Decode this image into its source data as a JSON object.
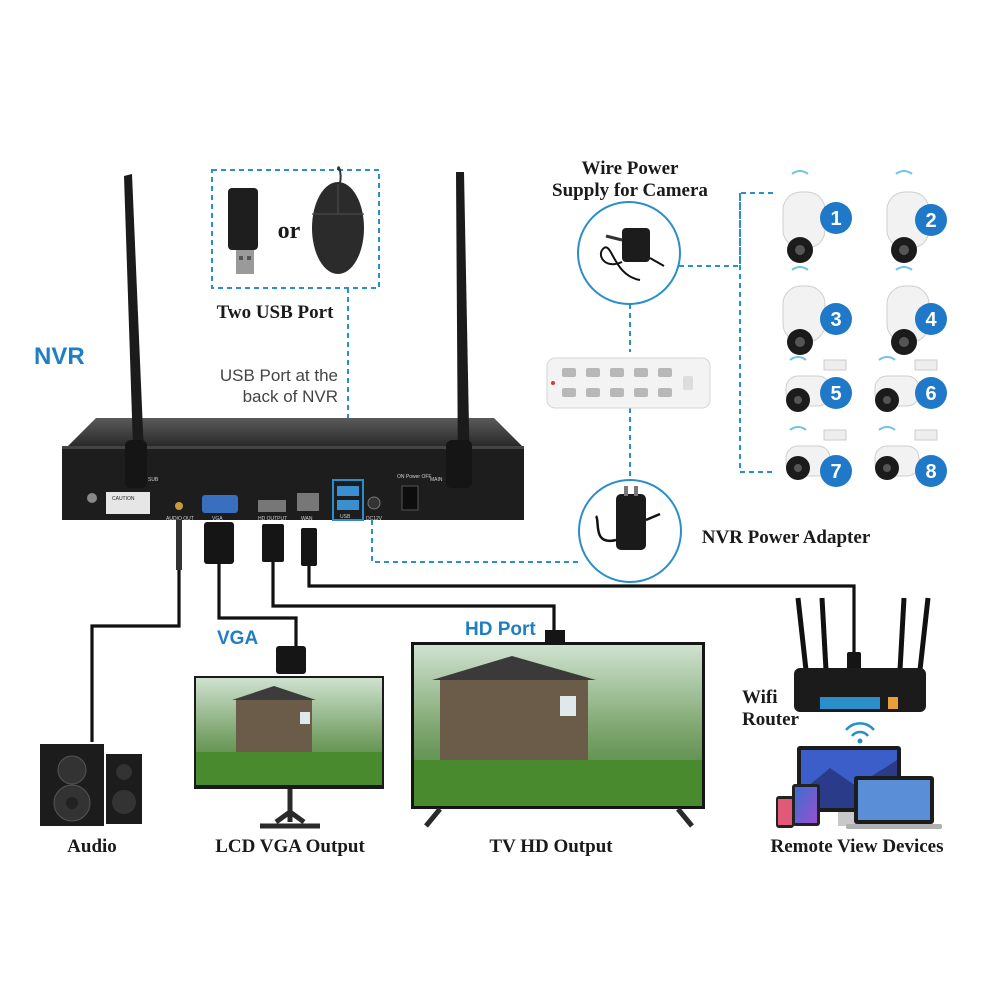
{
  "labels": {
    "nvr": "NVR",
    "usb_port_line1": "USB Port at the",
    "usb_port_line2": "back of NVR",
    "two_usb_port": "Two USB Port",
    "or": "or",
    "wire_power_line1": "Wire Power",
    "wire_power_line2": "Supply for Camera",
    "nvr_power_adapter": "NVR Power Adapter",
    "vga": "VGA",
    "hd_port": "HD Port",
    "wifi_router_line1": "Wifi",
    "wifi_router_line2": "Router",
    "audio": "Audio",
    "lcd_vga_output": "LCD VGA Output",
    "tv_hd_output": "TV HD Output",
    "remote_view_devices": "Remote View Devices"
  },
  "nvr_panel": {
    "sub": "SUB",
    "main": "MAIN",
    "caution": "CAUTION",
    "audio_out": "AUDIO OUT",
    "vga": "VGA",
    "hd_output": "HD OUTPUT",
    "wan": "WAN",
    "usb": "USB",
    "dc12v": "DC12V",
    "on_power_off": "ON Power OFF"
  },
  "cameras": [
    "1",
    "2",
    "3",
    "4",
    "5",
    "6",
    "7",
    "8"
  ],
  "colors": {
    "accent_blue": "#1f7fc2",
    "dashed_line": "#2a8fc9",
    "badge": "#1f78c8",
    "device_dark": "#222222"
  }
}
